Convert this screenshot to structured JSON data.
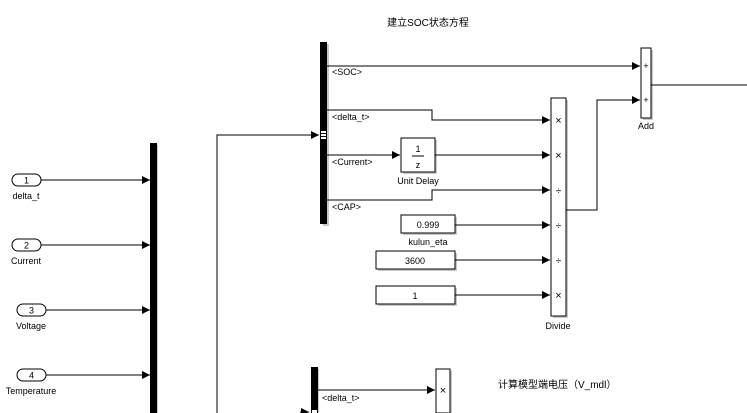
{
  "annotations": {
    "soc_equation_title": "建立SOC状态方程",
    "voltage_model_title": "计算模型端电压（V_mdl）"
  },
  "inports": [
    {
      "number": "1",
      "name": "delta_t"
    },
    {
      "number": "2",
      "name": "Current"
    },
    {
      "number": "3",
      "name": "Voltage"
    },
    {
      "number": "4",
      "name": "Temperature"
    }
  ],
  "bus_selector_top": {
    "signals": [
      "<SOC>",
      "<delta_t>",
      "<Current>",
      "<CAP>"
    ]
  },
  "bus_selector_bottom": {
    "signals": [
      "<delta_t>"
    ]
  },
  "unit_delay": {
    "numerator": "1",
    "denominator": "z",
    "name": "Unit Delay"
  },
  "constants": [
    {
      "value": "0.999",
      "name": "kulun_eta"
    },
    {
      "value": "3600",
      "name": ""
    },
    {
      "value": "1",
      "name": ""
    }
  ],
  "divide_block": {
    "name": "Divide",
    "port_ops": [
      "×",
      "×",
      "÷",
      "÷",
      "÷",
      "×"
    ]
  },
  "add_block": {
    "name": "Add",
    "port_signs": [
      "+",
      "+"
    ]
  },
  "product_bottom": {
    "port_ops": [
      "×"
    ]
  }
}
